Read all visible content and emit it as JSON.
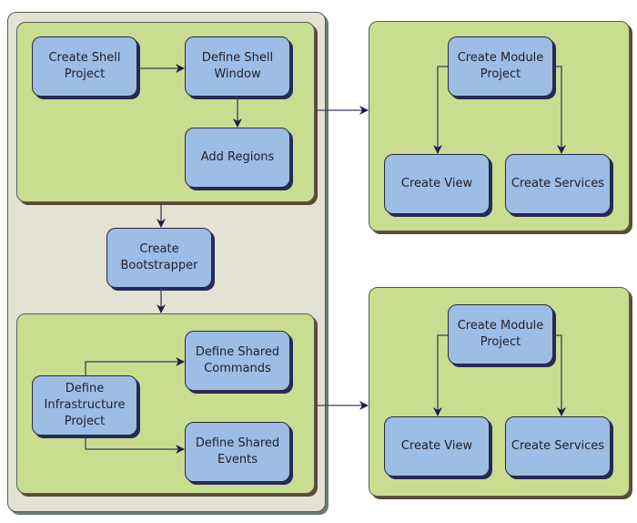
{
  "diagram": {
    "left_column": {
      "shell_group": {
        "nodes": [
          {
            "id": "create-shell-project",
            "label": "Create Shell\nProject"
          },
          {
            "id": "define-shell-window",
            "label": "Define Shell\nWindow"
          },
          {
            "id": "add-regions",
            "label": "Add Regions"
          }
        ]
      },
      "bootstrapper": {
        "id": "create-bootstrapper",
        "label": "Create\nBootstrapper"
      },
      "infrastructure_group": {
        "nodes": [
          {
            "id": "define-infrastructure-project",
            "label": "Define\nInfrastructure\nProject"
          },
          {
            "id": "define-shared-commands",
            "label": "Define Shared\nCommands"
          },
          {
            "id": "define-shared-events",
            "label": "Define Shared\nEvents"
          }
        ]
      }
    },
    "module_groups": [
      {
        "nodes": [
          {
            "id": "create-module-project",
            "label": "Create Module\nProject"
          },
          {
            "id": "create-view",
            "label": "Create View"
          },
          {
            "id": "create-services",
            "label": "Create Services"
          }
        ]
      },
      {
        "nodes": [
          {
            "id": "create-module-project",
            "label": "Create Module\nProject"
          },
          {
            "id": "create-view",
            "label": "Create View"
          },
          {
            "id": "create-services",
            "label": "Create Services"
          }
        ]
      }
    ],
    "edges": [
      {
        "from": "create-shell-project",
        "to": "define-shell-window"
      },
      {
        "from": "define-shell-window",
        "to": "add-regions"
      },
      {
        "from": "shell-group",
        "to": "create-bootstrapper"
      },
      {
        "from": "create-bootstrapper",
        "to": "infrastructure-group"
      },
      {
        "from": "define-infrastructure-project",
        "to": "define-shared-commands"
      },
      {
        "from": "define-infrastructure-project",
        "to": "define-shared-events"
      },
      {
        "from": "shell-group",
        "to": "module-group-1"
      },
      {
        "from": "infrastructure-group",
        "to": "module-group-2"
      },
      {
        "from": "create-module-project",
        "to": "create-view"
      },
      {
        "from": "create-module-project",
        "to": "create-services"
      }
    ],
    "colors": {
      "container": "#e4e1d5",
      "group": "#c9dd90",
      "node": "#9dbde4",
      "arrow": "#1c1c4a"
    }
  }
}
